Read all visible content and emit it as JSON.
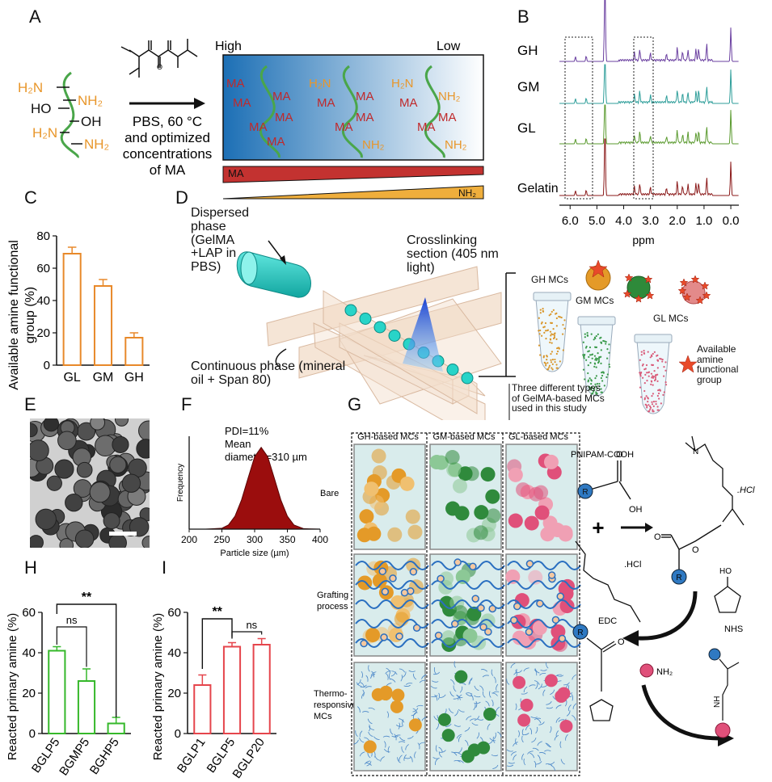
{
  "panels": {
    "A": {
      "label": "A",
      "high": "High",
      "low": "Low",
      "conditions": [
        "PBS, 60 °C",
        "and optimized",
        "concentrations",
        "of MA"
      ],
      "groups": {
        "nh2_left": "H₂N",
        "nh2_right": "NH₂",
        "oh_left": "HO",
        "oh_right": "OH",
        "ma": "MA"
      },
      "wedge_ma": "MA",
      "wedge_nh2": "NH₂"
    },
    "B": {
      "label": "B",
      "traces": [
        "GH",
        "GM",
        "GL",
        "Gelatin"
      ],
      "trace_colors": [
        "#6a3fa0",
        "#2e9e9a",
        "#5a9a2e",
        "#8b1a1a"
      ],
      "xticks": [
        "6.0",
        "5.0",
        "4.0",
        "3.0",
        "2.0",
        "1.0",
        "0.0"
      ],
      "xlabel": "ppm"
    },
    "C": {
      "label": "C",
      "ylabel": [
        "Available amine functional",
        "group (%)"
      ]
    },
    "D": {
      "label": "D",
      "dispersed": [
        "Dispersed",
        "phase",
        "(GelMA",
        "+LAP in",
        "PBS)"
      ],
      "crosslink": [
        "Crosslinking",
        "section (405 nm",
        "light)"
      ],
      "continuous": [
        "Continuous phase (mineral",
        "oil + Span 80)"
      ],
      "mc_gh": "GH MCs",
      "mc_gm": "GM MCs",
      "mc_gl": "GL MCs",
      "available": [
        "Available",
        "amine",
        "functional",
        "group"
      ],
      "three_types": [
        "Three different types",
        "of GelMA-based MCs",
        "used in this study"
      ]
    },
    "E": {
      "label": "E"
    },
    "F": {
      "label": "F",
      "annotation": [
        "PDI=11%",
        "Mean",
        "diameter=310 µm"
      ]
    },
    "G": {
      "label": "G",
      "cols": [
        "GH-based MCs",
        "GM-based MCs",
        "GL-based MCs"
      ],
      "rows": [
        [
          "Bare"
        ],
        [
          "Grafting",
          "process"
        ],
        [
          "Thermo-",
          "responsive",
          "MCs"
        ]
      ],
      "pnipam": "PNIPAM-COOH",
      "hcl": ".HCl",
      "hcl2": ".HCl",
      "edc": "EDC",
      "nhs": "NHS",
      "ho": "HO",
      "n": "N",
      "o": "O",
      "oh": "OH",
      "r": "R",
      "nh2": "NH₂",
      "nh": "NH",
      "plus": "+"
    },
    "H": {
      "label": "H",
      "ylabel": "Reacted primary amine  (%)",
      "sig1": "**",
      "sig2": "ns"
    },
    "I": {
      "label": "I",
      "ylabel": "Reacted primary amine  (%)",
      "sig1": "**",
      "sig2": "ns"
    }
  },
  "chart_data": [
    {
      "id": "C",
      "type": "bar",
      "categories": [
        "GL",
        "GM",
        "GH"
      ],
      "values": [
        69,
        49,
        17
      ],
      "errors": [
        4,
        4,
        3
      ],
      "ylim": [
        0,
        80
      ],
      "yticks": [
        0,
        20,
        40,
        60,
        80
      ],
      "color": "#e8892a"
    },
    {
      "id": "F",
      "type": "area",
      "x": [
        200,
        225,
        250,
        260,
        270,
        280,
        290,
        300,
        310,
        320,
        330,
        340,
        350,
        360,
        375,
        400
      ],
      "y": [
        0,
        0,
        0.2,
        0.9,
        2.8,
        6.3,
        11.0,
        15.6,
        17.6,
        15.6,
        11.0,
        6.3,
        2.8,
        0.9,
        0.1,
        0
      ],
      "xticks": [
        200,
        250,
        300,
        350,
        400
      ],
      "xlim": [
        200,
        400
      ],
      "ylim": [
        0,
        20
      ],
      "xlabel": "Particle size (µm)",
      "ylabel": "Frequency",
      "color": "#9b0d0d"
    },
    {
      "id": "H",
      "type": "bar",
      "categories": [
        "BGLP5",
        "BGMP5",
        "BGHP5"
      ],
      "values": [
        41,
        26,
        5
      ],
      "errors": [
        2,
        6,
        3
      ],
      "ylim": [
        0,
        60
      ],
      "yticks": [
        0,
        20,
        40,
        60
      ],
      "color": "#35b82a"
    },
    {
      "id": "I",
      "type": "bar",
      "categories": [
        "BGLP1",
        "BGLP5",
        "BGLP20"
      ],
      "values": [
        24,
        43,
        44
      ],
      "errors": [
        5,
        2,
        3
      ],
      "ylim": [
        0,
        60
      ],
      "yticks": [
        0,
        20,
        40,
        60
      ],
      "color": "#e5454c"
    }
  ]
}
